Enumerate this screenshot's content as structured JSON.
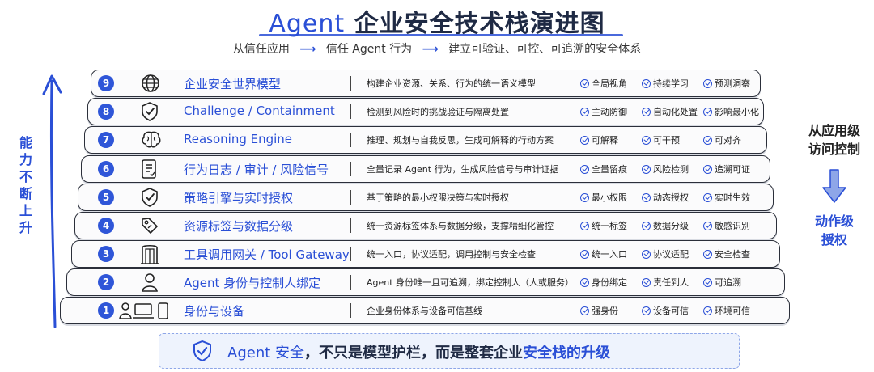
{
  "title_prefix": "Agent",
  "title_rest": "企业安全技术栈演进图",
  "subtitle": {
    "part1": "从信任应用",
    "arrow": "⟶",
    "part2": "信任 Agent 行为",
    "part3": "建立可验证、可控、可追溯的安全体系"
  },
  "left_label": [
    "能",
    "力",
    "不",
    "断",
    "上",
    "升"
  ],
  "right_top": [
    "从应用级",
    "访问控制"
  ],
  "right_bottom": [
    "动作级",
    "授权"
  ],
  "tiers": [
    {
      "num": "9",
      "icon": "globe-icon",
      "name": "企业安全世界模型",
      "desc": "构建企业资源、关系、行为的统一语义模型",
      "tags": [
        "全局视角",
        "持续学习",
        "预测洞察"
      ]
    },
    {
      "num": "8",
      "icon": "shield-check-icon",
      "name": "Challenge / Containment",
      "desc": "检测到风险时的挑战验证与隔离处置",
      "tags": [
        "主动防御",
        "自动化处置",
        "影响最小化"
      ]
    },
    {
      "num": "7",
      "icon": "brain-icon",
      "name": "Reasoning Engine",
      "desc": "推理、规划与自我反思，生成可解释的行动方案",
      "tags": [
        "可解释",
        "可干预",
        "可对齐"
      ]
    },
    {
      "num": "6",
      "icon": "log-document-icon",
      "name": "行为日志 / 审计 / 风险信号",
      "desc": "全量记录 Agent 行为，生成风险信号与审计证据",
      "tags": [
        "全量留痕",
        "风险检测",
        "追溯可证"
      ]
    },
    {
      "num": "5",
      "icon": "shield-check-icon",
      "name": "策略引擎与实时授权",
      "desc": "基于策略的最小权限决策与实时授权",
      "tags": [
        "最小权限",
        "动态授权",
        "实时生效"
      ]
    },
    {
      "num": "4",
      "icon": "tag-icon",
      "name": "资源标签与数据分级",
      "desc": "统一资源标签体系与数据分级，支撑精细化管控",
      "tags": [
        "统一标签",
        "数据分级",
        "敏感识别"
      ]
    },
    {
      "num": "3",
      "icon": "gateway-door-icon",
      "name": "工具调用网关 / Tool Gateway",
      "desc": "统一入口，协议适配，调用控制与安全检查",
      "tags": [
        "统一入口",
        "协议适配",
        "安全检查"
      ]
    },
    {
      "num": "2",
      "icon": "user-icon",
      "name": "Agent 身份与控制人绑定",
      "desc": "Agent 身份唯一且可追溯，绑定控制人（人或服务）",
      "tags": [
        "身份绑定",
        "责任到人",
        "可追溯"
      ]
    },
    {
      "num": "1",
      "icon": "devices-icon",
      "name": "身份与设备",
      "desc": "企业身份体系与设备可信基线",
      "tags": [
        "强身份",
        "设备可信",
        "环境可信"
      ]
    }
  ],
  "footer": {
    "p1": "Agent 安全",
    "p2": "，不只是模型护栏，而是整套企业",
    "p3": "安全栈的升级"
  },
  "colors": {
    "accent": "#2a4fd6",
    "badge": "#2f56d8",
    "footer_bg": "#eef3fd"
  }
}
